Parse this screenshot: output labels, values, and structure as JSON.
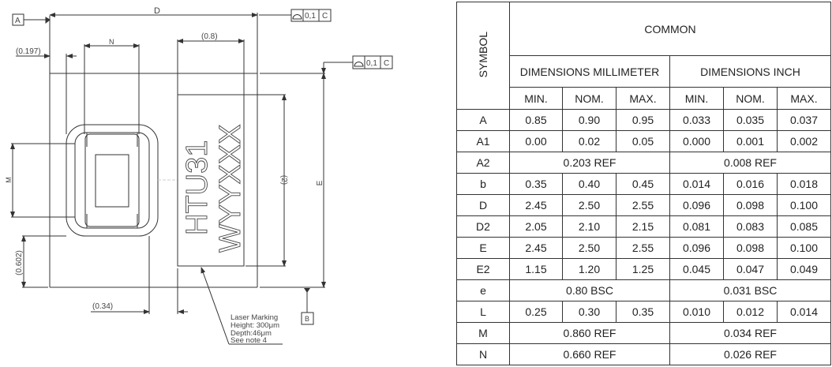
{
  "drawing": {
    "datum_a": "A",
    "datum_b": "B",
    "dim_d": "D",
    "dim_e": "E",
    "dim_n": "N",
    "dim_m": "M",
    "dim_0197": "(0.197)",
    "dim_08": "(0.8)",
    "dim_2": "(2)",
    "dim_0602": "(0.602)",
    "dim_034": "(0.34)",
    "fcf_top": {
      "tolerance": "0,1",
      "datum": "C"
    },
    "fcf_right": {
      "tolerance": "0,1",
      "datum": "C"
    },
    "marking_line1": "HTU31",
    "marking_line2": "WYYXXX",
    "note": [
      "Laser Marking",
      "Height: 300μm",
      "Depth:46μm",
      "See note 4"
    ]
  },
  "table": {
    "symbol_header": "SYMBOL",
    "common_header": "COMMON",
    "mm_header": "DIMENSIONS MILLIMETER",
    "inch_header": "DIMENSIONS INCH",
    "sub_headers": [
      "MIN.",
      "NOM.",
      "MAX.",
      "MIN.",
      "NOM.",
      "MAX."
    ],
    "rows": [
      {
        "symbol": "A",
        "mm": [
          "0.85",
          "0.90",
          "0.95"
        ],
        "inch": [
          "0.033",
          "0.035",
          "0.037"
        ]
      },
      {
        "symbol": "A1",
        "mm": [
          "0.00",
          "0.02",
          "0.05"
        ],
        "inch": [
          "0.000",
          "0.001",
          "0.002"
        ]
      },
      {
        "symbol": "A2",
        "mm_span": "0.203 REF",
        "inch_span": "0.008 REF"
      },
      {
        "symbol": "b",
        "mm": [
          "0.35",
          "0.40",
          "0.45"
        ],
        "inch": [
          "0.014",
          "0.016",
          "0.018"
        ]
      },
      {
        "symbol": "D",
        "mm": [
          "2.45",
          "2.50",
          "2.55"
        ],
        "inch": [
          "0.096",
          "0.098",
          "0.100"
        ]
      },
      {
        "symbol": "D2",
        "mm": [
          "2.05",
          "2.10",
          "2.15"
        ],
        "inch": [
          "0.081",
          "0.083",
          "0.085"
        ]
      },
      {
        "symbol": "E",
        "mm": [
          "2.45",
          "2.50",
          "2.55"
        ],
        "inch": [
          "0.096",
          "0.098",
          "0.100"
        ]
      },
      {
        "symbol": "E2",
        "mm": [
          "1.15",
          "1.20",
          "1.25"
        ],
        "inch": [
          "0.045",
          "0.047",
          "0.049"
        ]
      },
      {
        "symbol": "e",
        "mm_span": "0.80 BSC",
        "inch_span": "0.031 BSC"
      },
      {
        "symbol": "L",
        "mm": [
          "0.25",
          "0.30",
          "0.35"
        ],
        "inch": [
          "0.010",
          "0.012",
          "0.014"
        ]
      },
      {
        "symbol": "M",
        "mm_span": "0.860 REF",
        "inch_span": "0.034 REF"
      },
      {
        "symbol": "N",
        "mm_span": "0.660 REF",
        "inch_span": "0.026 REF"
      }
    ]
  }
}
